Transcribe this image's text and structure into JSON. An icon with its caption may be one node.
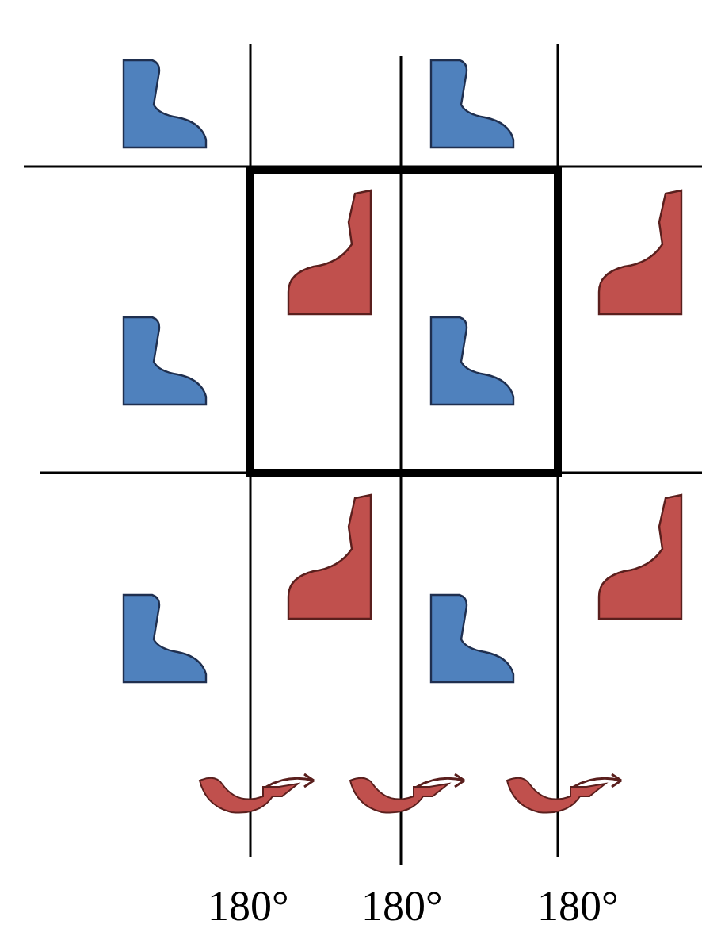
{
  "diagram": {
    "nodes": [
      {
        "text": [],
        "shape": "boot"
      },
      {
        "text": [],
        "shape": "boot"
      },
      {
        "text": [],
        "shape": "boot"
      },
      {
        "text": [],
        "shape": "boot"
      },
      {
        "text": [],
        "shape": "boot"
      },
      {
        "text": [],
        "shape": "boot"
      },
      {
        "text": [],
        "shape": "boot"
      },
      {
        "text": [],
        "shape": "boot"
      },
      {
        "text": [],
        "shape": "boot"
      },
      {
        "text": [],
        "shape": "boot"
      }
    ],
    "labels": [
      "180°",
      "180°",
      "180°"
    ]
  }
}
